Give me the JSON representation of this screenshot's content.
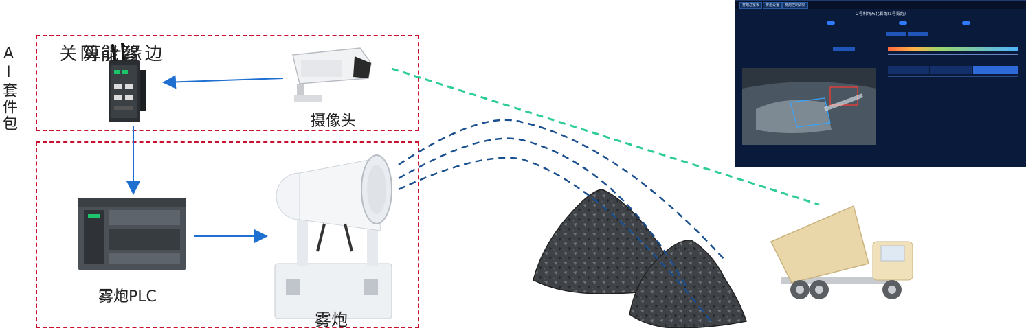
{
  "kit_label": "AI套件包",
  "gateway_label": "边缘计算智能网关",
  "gateway_col1": "边缘计算",
  "gateway_col2": "智能网关",
  "camera_label": "摄像头",
  "plc_label": "雾炮PLC",
  "fog_cannon_label": "雾炮",
  "colors": {
    "dashed_border": "#c8102e",
    "arrow": "#1f6fd1",
    "spray_lines": "#1a4f8f",
    "camera_view_line": "#2ecc9a",
    "screenshot_bg": "#0a1a3a"
  },
  "icons": [
    "edge-gateway-icon",
    "camera-icon",
    "plc-icon",
    "fog-cannon-icon",
    "coal-pile-icon",
    "dump-truck-icon"
  ],
  "screenshot": {
    "title": "2号料场东北雾炮(1号雾炮)",
    "tabs": [
      "雾炮总览板",
      "雾炮设置",
      "雾炮控制详情"
    ]
  }
}
